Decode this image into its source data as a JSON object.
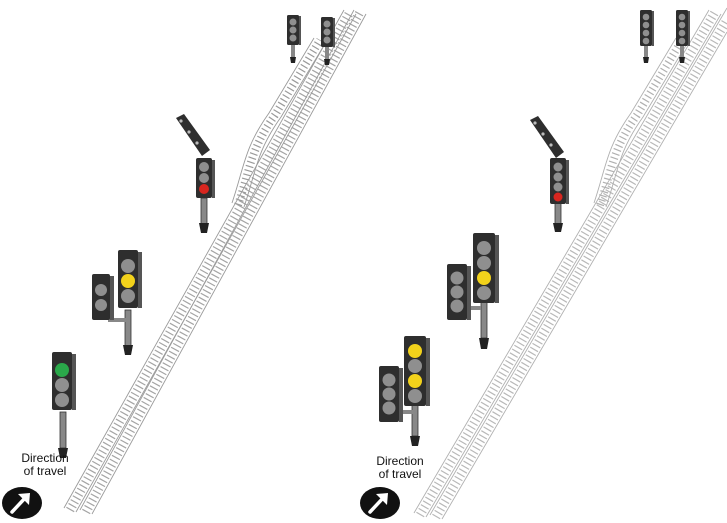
{
  "direction_label": {
    "line1": "Direction",
    "line2": "of travel"
  },
  "colors": {
    "green": "#2aa84a",
    "yellow": "#f2d21b",
    "red": "#d8261f",
    "signal_body": "#2e2e2e",
    "lamp_off": "#8f8f8f",
    "track": "#9a9a9a"
  },
  "icons": [
    "direction-arrow-icon"
  ],
  "panels": [
    {
      "name": "left-panel",
      "aspects": [
        "green",
        "yellow",
        "red"
      ]
    },
    {
      "name": "right-panel",
      "aspects": [
        "double-yellow",
        "yellow",
        "red"
      ]
    }
  ]
}
